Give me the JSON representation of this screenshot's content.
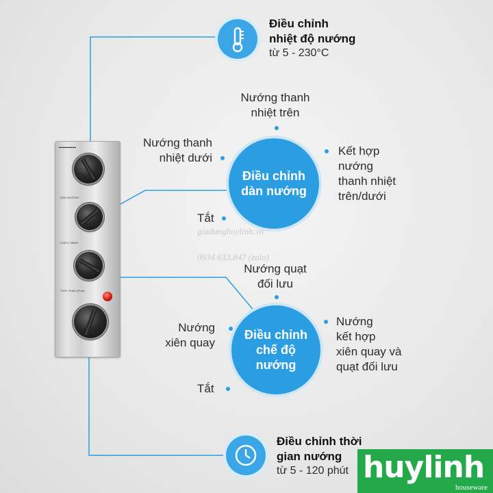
{
  "temperature": {
    "title": "Điều chỉnh\nnhiệt độ nướng",
    "range": "từ 5 - 230°C",
    "icon": "thermometer-icon"
  },
  "rack": {
    "center_label": "Điều chỉnh\ndàn nướng",
    "top": "Nướng thanh\nnhiệt trên",
    "left": "Nướng thanh\nnhiệt dưới",
    "right": "Kết hợp\nnướng\nthanh nhiệt\ntrên/dưới",
    "off": "Tắt"
  },
  "mode": {
    "center_label": "Điều chỉnh\nchế độ\nnướng",
    "top": "Nướng quạt\nđối lưu",
    "left": "Nướng\nxiên quay",
    "right": "Nướng\nkết hợp\nxiên quay và\nquạt đối lưu",
    "off": "Tắt"
  },
  "timer": {
    "title": "Điều chỉnh thời\ngian nướng",
    "range": "từ 5 - 120 phút",
    "icon": "clock-icon"
  },
  "panel": {
    "label_2": "DÀN NƯỚNG",
    "label_3": "CHỨC NĂNG",
    "label_4": "THỜI GIAN (Phút)"
  },
  "watermark": {
    "site": "giadunghuylinh.vn",
    "phone": "0934.633.847 (zalo)"
  },
  "brand": {
    "name": "huylinh",
    "tagline": "houseware",
    "color": "#23a84a"
  },
  "accent_color": "#2a9de3"
}
